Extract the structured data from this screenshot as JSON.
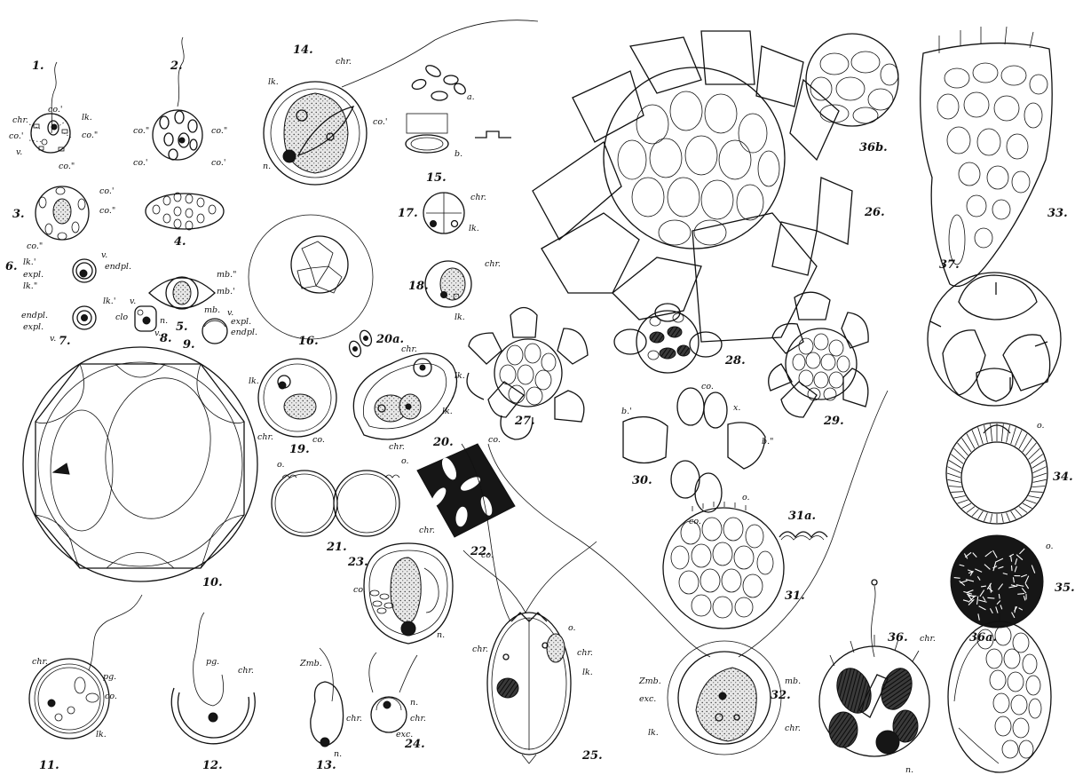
{
  "figures": [
    {
      "num": "1.",
      "labels": [
        "chr.",
        "co.'",
        "lk.",
        "co.'",
        "co.\"",
        "co.\"",
        "v."
      ]
    },
    {
      "num": "2.",
      "labels": [
        "co.\"",
        "co.'",
        "co.'",
        "co.\""
      ]
    },
    {
      "num": "3.",
      "labels": [
        "co.'",
        "co.\"",
        "co.\""
      ]
    },
    {
      "num": "4.",
      "labels": []
    },
    {
      "num": "5.",
      "labels": [
        "mb.\"",
        "mb.'",
        "mb."
      ]
    },
    {
      "num": "6.",
      "labels": [
        "v.",
        "lk.'",
        "endpl.",
        "expl.",
        "lk.\""
      ]
    },
    {
      "num": "7.",
      "labels": [
        "endpl.",
        "expl.",
        "v.",
        "lk.'"
      ]
    },
    {
      "num": "8.",
      "labels": [
        "v.",
        "clo",
        "n.",
        "v."
      ]
    },
    {
      "num": "9.",
      "labels": [
        "v.",
        "expl.",
        "endpl."
      ]
    },
    {
      "num": "10.",
      "labels": []
    },
    {
      "num": "11.",
      "labels": [
        "chr.",
        "pg.",
        "co.",
        "lk."
      ]
    },
    {
      "num": "12.",
      "labels": [
        "pg.",
        "chr."
      ]
    },
    {
      "num": "13.",
      "labels": [
        "Zmb.",
        "chr.",
        "n."
      ]
    },
    {
      "num": "14.",
      "labels": [
        "chr.",
        "lk.",
        "co.'",
        "n."
      ]
    },
    {
      "num": "15.",
      "labels": [
        "a.",
        "b."
      ]
    },
    {
      "num": "16.",
      "labels": []
    },
    {
      "num": "17.",
      "labels": [
        "chr.",
        "lk."
      ]
    },
    {
      "num": "18.",
      "labels": [
        "chr.",
        "lk."
      ]
    },
    {
      "num": "19.",
      "labels": [
        "lk.",
        "chr.",
        "co."
      ]
    },
    {
      "num": "20.",
      "labels": [
        "chr.",
        "lk.",
        "lk.",
        "chr."
      ]
    },
    {
      "num": "20a.",
      "labels": []
    },
    {
      "num": "21.",
      "labels": [
        "o.",
        "o."
      ]
    },
    {
      "num": "22.",
      "labels": [
        "co.",
        "co."
      ]
    },
    {
      "num": "23.",
      "labels": [
        "chr.",
        "co.",
        "n."
      ]
    },
    {
      "num": "24.",
      "labels": [
        "n.",
        "chr.",
        "exc."
      ]
    },
    {
      "num": "25.",
      "labels": [
        "o.",
        "chr.",
        "chr.",
        "lk."
      ]
    },
    {
      "num": "26.",
      "labels": []
    },
    {
      "num": "27.",
      "labels": []
    },
    {
      "num": "28.",
      "labels": []
    },
    {
      "num": "29.",
      "labels": []
    },
    {
      "num": "30.",
      "labels": [
        "b.'",
        "co.",
        "x.",
        "b.\"",
        "co."
      ]
    },
    {
      "num": "31.",
      "labels": [
        "o."
      ]
    },
    {
      "num": "31a.",
      "labels": []
    },
    {
      "num": "32.",
      "labels": [
        "Zmb.",
        "mb.",
        "exc.",
        "chr.",
        "lk."
      ]
    },
    {
      "num": "33.",
      "labels": []
    },
    {
      "num": "34.",
      "labels": [
        "o."
      ]
    },
    {
      "num": "35.",
      "labels": [
        "o."
      ]
    },
    {
      "num": "36.",
      "labels": [
        "chr.",
        "n."
      ]
    },
    {
      "num": "36a.",
      "labels": []
    },
    {
      "num": "36b.",
      "labels": []
    },
    {
      "num": "37.",
      "labels": []
    }
  ]
}
